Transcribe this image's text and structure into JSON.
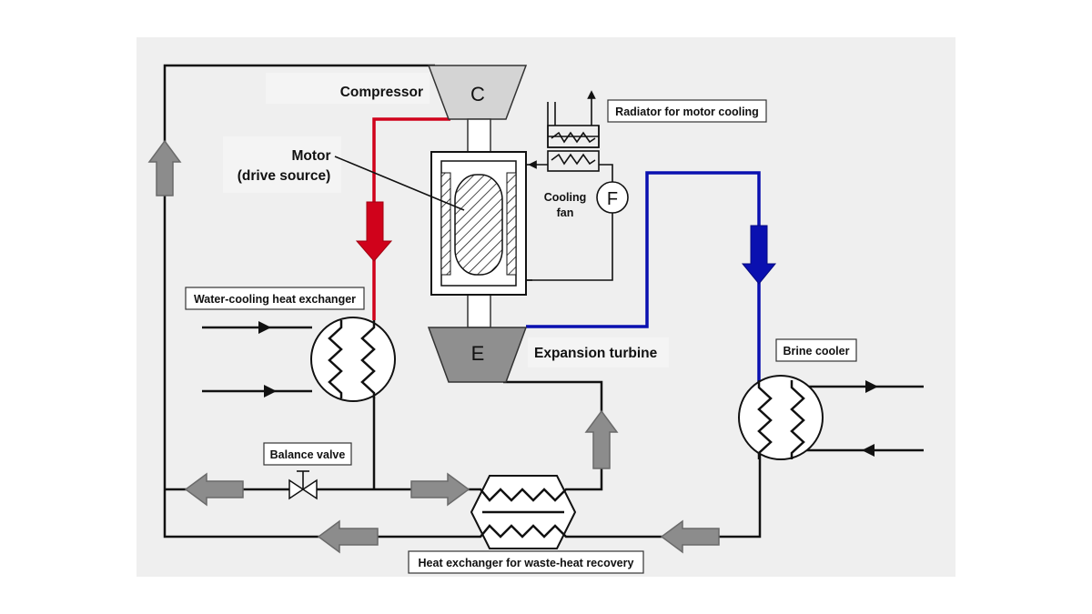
{
  "labels": {
    "compressor": "Compressor",
    "compressor_symbol": "C",
    "motor_line1": "Motor",
    "motor_line2": "(drive source)",
    "radiator": "Radiator for motor cooling",
    "cooling_fan_line1": "Cooling",
    "cooling_fan_line2": "fan",
    "fan_symbol": "F",
    "water_cooling_hx": "Water-cooling heat exchanger",
    "expansion_turbine": "Expansion turbine",
    "turbine_symbol": "E",
    "brine_cooler": "Brine cooler",
    "balance_valve": "Balance valve",
    "waste_heat_hx": "Heat exchanger for waste-heat recovery"
  },
  "colors": {
    "panel_background": "#efefef",
    "hot_line": "#d0021b",
    "cold_line": "#0a10b0",
    "gray_arrow": "#8c8c8c",
    "compressor_fill": "#d4d4d4",
    "turbine_fill": "#8f8f8f"
  }
}
